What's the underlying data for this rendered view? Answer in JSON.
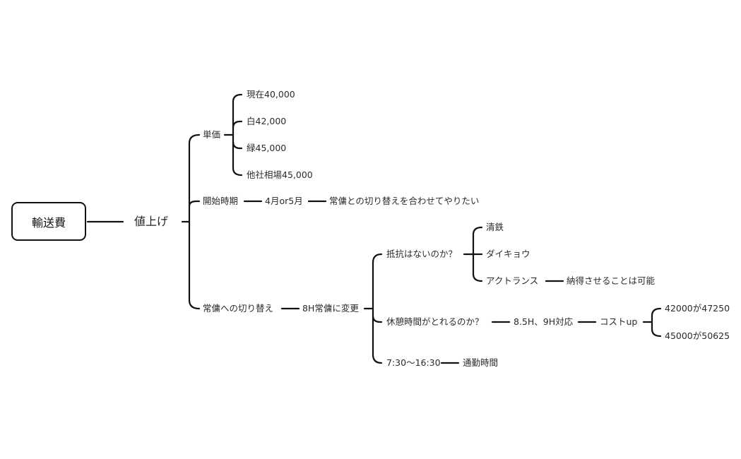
{
  "root": "輸送費",
  "main_branch": "値上げ",
  "tanka": {
    "label": "単価",
    "items": [
      "現在40,000",
      "白42,000",
      "緑45,000",
      "他社相場45,000"
    ]
  },
  "kaishi": {
    "label": "開始時期",
    "value": "4月or5月",
    "note": "常傭との切り替えを合わせてやりたい"
  },
  "joyou": {
    "label": "常傭への切り替え",
    "change": "8H常傭に変更",
    "resistance": {
      "label": "抵抗はないのか？",
      "companies": [
        "清鉄",
        "ダイキョウ",
        "アクトランス"
      ],
      "note": "納得させることは可能"
    },
    "rest": {
      "label": "休憩時間がとれるのか？",
      "hours": "8.5H、9H対応",
      "cost": "コストup",
      "values": [
        "42000が47250",
        "45000が50625"
      ]
    },
    "time": {
      "label": "7:30〜16:30",
      "note": "通勤時間"
    }
  }
}
